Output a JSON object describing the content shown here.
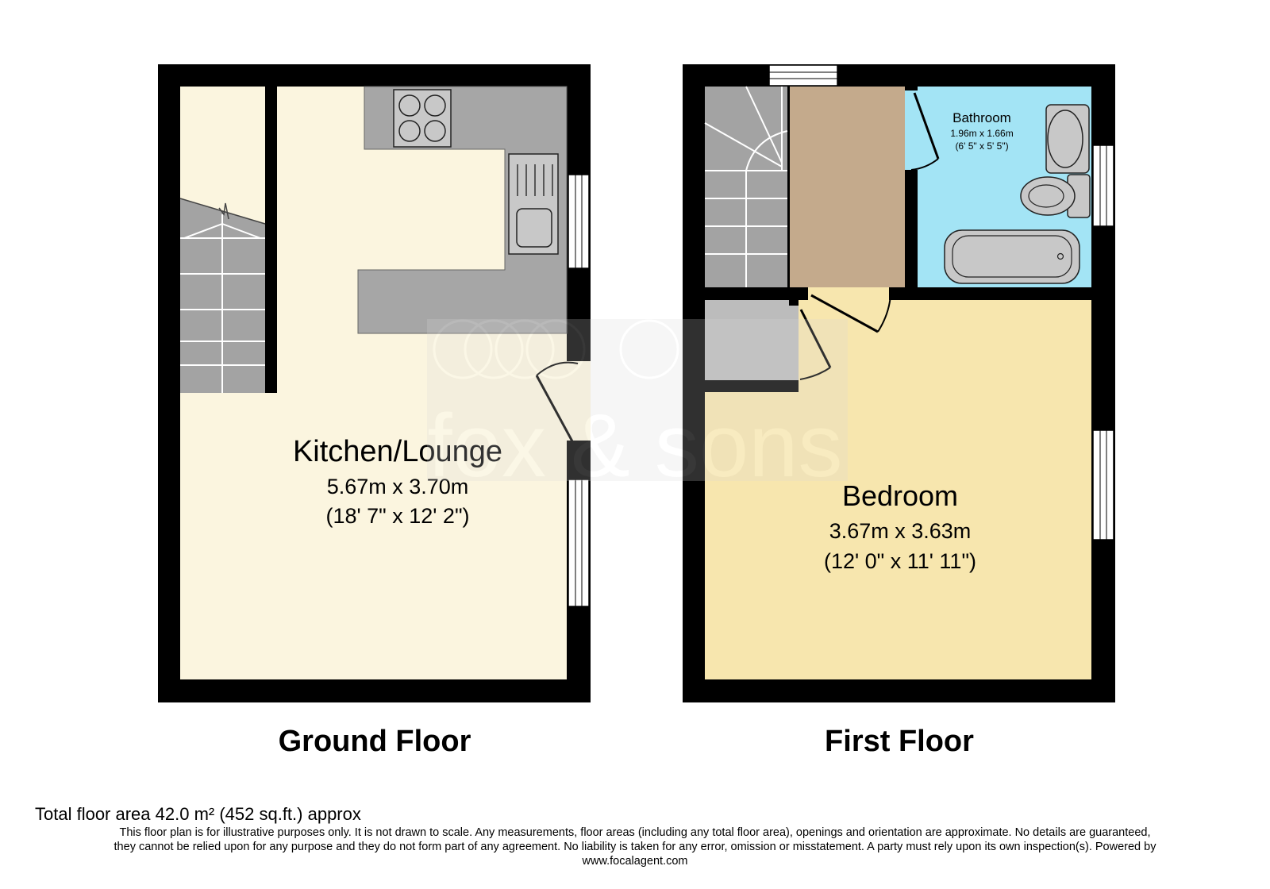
{
  "floors": [
    {
      "name": "Ground Floor",
      "rooms": [
        {
          "name": "Kitchen/Lounge",
          "size_metric": "5.67m x 3.70m",
          "size_imperial": "(18' 7\" x 12' 2\")"
        }
      ]
    },
    {
      "name": "First Floor",
      "rooms": [
        {
          "name": "Bedroom",
          "size_metric": "3.67m x 3.63m",
          "size_imperial": "(12' 0\" x 11' 11\")"
        },
        {
          "name": "Bathroom",
          "size_metric": "1.96m x 1.66m",
          "size_imperial": "(6' 5\" x 5' 5\")"
        }
      ]
    }
  ],
  "watermark": {
    "logo_text": "fox & sons"
  },
  "footer": {
    "total_area": "Total floor area 42.0 m² (452 sq.ft.) approx",
    "disclaimer_line1": "This floor plan is for illustrative purposes only. It is not drawn to scale. Any measurements, floor areas (including any total floor area), openings and orientation are approximate. No details are guaranteed,",
    "disclaimer_line2": "they cannot be relied upon for any purpose and they do not form part of any agreement. No liability is taken for any error, omission or misstatement. A party must rely upon its own inspection(s). Powered by",
    "disclaimer_line3": "www.focalagent.com"
  },
  "colors": {
    "wall": "#000000",
    "kitchen_lounge_fill": "#fbf5df",
    "bedroom_fill": "#f7e6ae",
    "bathroom_fill": "#a3e4f5",
    "landing_fill": "#c4aa8c",
    "stairs_fill": "#a3a3a3",
    "worktop_fill": "#a6a6a6",
    "cupboard_fill": "#bcbcbc"
  }
}
